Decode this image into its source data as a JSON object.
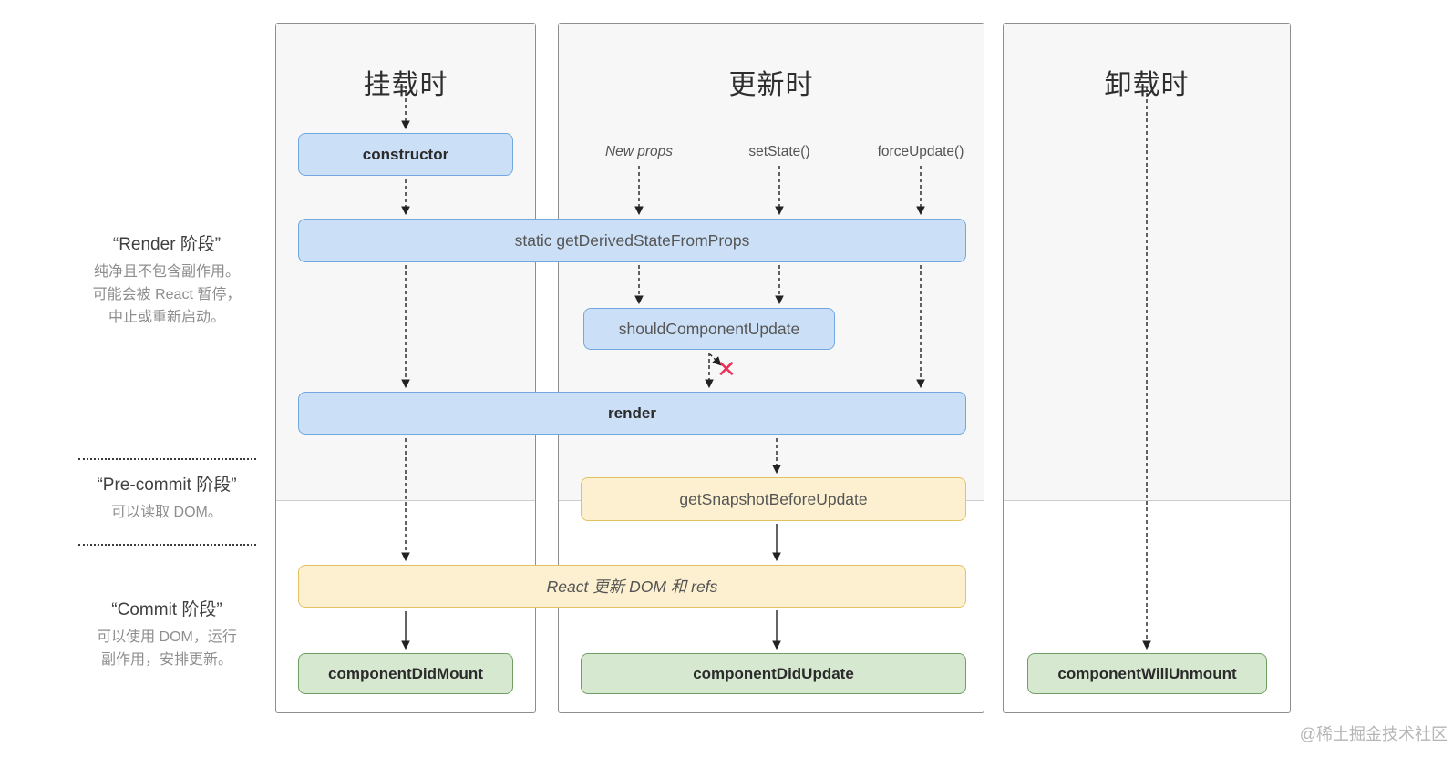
{
  "columns": {
    "mounting": {
      "title": "挂载时"
    },
    "updating": {
      "title": "更新时",
      "triggers": {
        "new_props": "New props",
        "set_state": "setState()",
        "force_update": "forceUpdate()"
      }
    },
    "unmounting": {
      "title": "卸载时"
    }
  },
  "phases": {
    "render": {
      "title": "“Render 阶段”",
      "lines": [
        "纯净且不包含副作用。",
        "可能会被 React 暂停，",
        "中止或重新启动。"
      ]
    },
    "pre_commit": {
      "title": "“Pre-commit 阶段”",
      "lines": [
        "可以读取 DOM。"
      ]
    },
    "commit": {
      "title": "“Commit 阶段”",
      "lines": [
        "可以使用 DOM，运行",
        "副作用，安排更新。"
      ]
    }
  },
  "boxes": {
    "constructor": "constructor",
    "get_derived_state_from_props": "static getDerivedStateFromProps",
    "should_component_update": "shouldComponentUpdate",
    "render": "render",
    "get_snapshot_before_update": "getSnapshotBeforeUpdate",
    "react_updates_dom": "React 更新 DOM 和 refs",
    "component_did_mount": "componentDidMount",
    "component_did_update": "componentDidUpdate",
    "component_will_unmount": "componentWillUnmount"
  },
  "marks": {
    "stop_x": "✕"
  },
  "watermark": {
    "text": "@稀土掘金技术社区"
  },
  "colors": {
    "lifecycle_box_blue": "#cbe0f7",
    "lifecycle_box_blue_border": "#72a7e0",
    "dom_box_yellow": "#fcf0d0",
    "dom_box_yellow_border": "#e2c25f",
    "commit_box_green": "#d7e8d0",
    "commit_box_green_border": "#6f9f63",
    "column_shade": "#f7f7f7",
    "stop_mark": "#e73258"
  }
}
